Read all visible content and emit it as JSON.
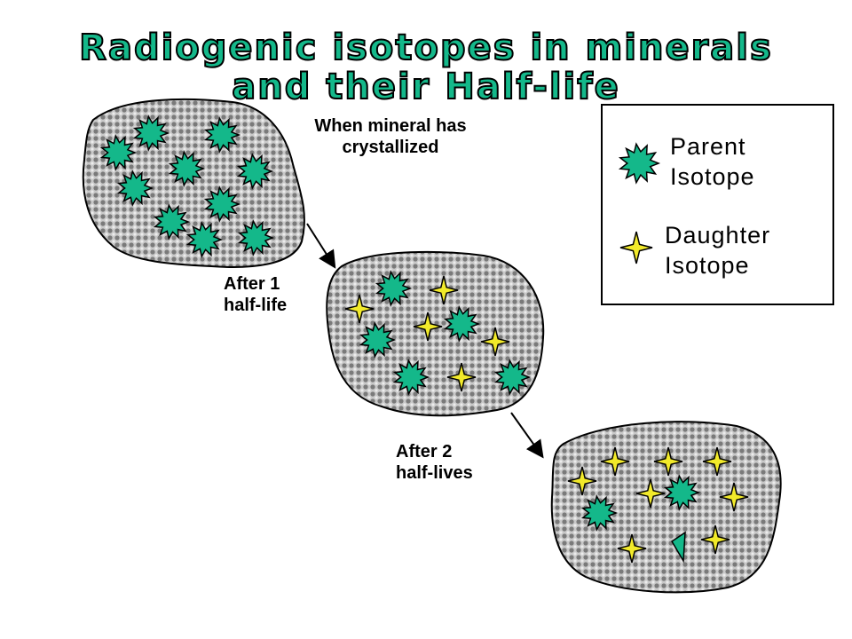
{
  "title": {
    "line1": "Radiogenic isotopes in minerals",
    "line2": "and their Half-life"
  },
  "stages": {
    "crystallized_label": [
      "When mineral has",
      "crystallized"
    ],
    "one_half_life_label": [
      "After 1",
      "half-life"
    ],
    "two_half_lives_label": [
      "After 2",
      "half-lives"
    ]
  },
  "legend": {
    "parent": [
      "Parent",
      "Isotope"
    ],
    "daughter": [
      "Daughter",
      "Isotope"
    ]
  },
  "colors": {
    "parent_isotope": "#14b88a",
    "daughter_isotope": "#f2ea2a",
    "mineral_fill": "#b8b8b8",
    "outline": "#000000"
  },
  "icons": {
    "parent": "spiky-blob-icon",
    "daughter": "four-point-star-icon"
  }
}
